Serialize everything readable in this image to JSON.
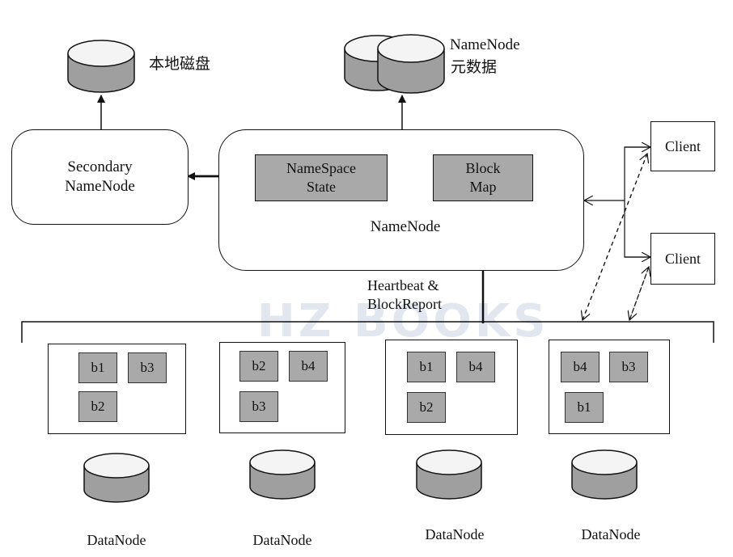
{
  "disk_labels": {
    "local_disk": "本地磁盘",
    "metadata_line1": "NameNode",
    "metadata_line2": "元数据"
  },
  "secondary": {
    "line1": "Secondary",
    "line2": "NameNode"
  },
  "namenode": {
    "title": "NameNode",
    "namespace_line1": "NameSpace",
    "namespace_line2": "State",
    "blockmap_line1": "Block",
    "blockmap_line2": "Map"
  },
  "heartbeat": {
    "line1": "Heartbeat &",
    "line2": "BlockReport"
  },
  "clients": [
    "Client",
    "Client"
  ],
  "datanodes": [
    {
      "label": "DataNode",
      "blocks": [
        "b1",
        "b3",
        "b2"
      ]
    },
    {
      "label": "DataNode",
      "blocks": [
        "b2",
        "b4",
        "b3"
      ]
    },
    {
      "label": "DataNode",
      "blocks": [
        "b1",
        "b4",
        "b2"
      ]
    },
    {
      "label": "DataNode",
      "blocks": [
        "b4",
        "b3",
        "b1"
      ]
    }
  ],
  "watermark": "HZ BOOKS",
  "colors": {
    "block_fill": "#a9a9a9",
    "stroke": "#111111",
    "watermark": "#c9d3e3"
  }
}
